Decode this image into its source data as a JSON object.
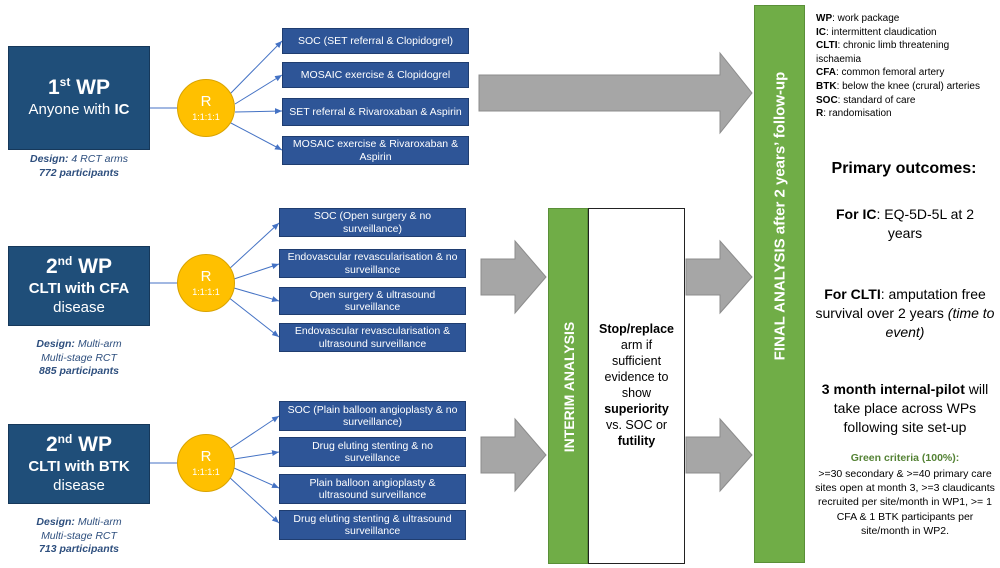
{
  "wp1": {
    "title_num": "1",
    "title_sup": "st",
    "title_word": " WP",
    "line1_pre": "Anyone with ",
    "line1_bold": "IC",
    "design_label": "Design:",
    "design_text": " 4 RCT arms",
    "participants": "772 participants",
    "r_label": "R",
    "r_ratio": "1:1:1:1",
    "arms": [
      "SOC (SET referral & Clopidogrel)",
      "MOSAIC exercise & Clopidogrel",
      "SET referral & Rivaroxaban & Aspirin",
      "MOSAIC exercise & Rivaroxaban & Aspirin"
    ]
  },
  "wp2": {
    "title_num": "2",
    "title_sup": "nd",
    "title_word": " WP",
    "line1": "CLTI with CFA",
    "line2": "disease",
    "design_label": "Design:",
    "design_text1": " Multi-arm",
    "design_text2": "Multi-stage RCT",
    "participants": "885 participants",
    "r_label": "R",
    "r_ratio": "1:1:1:1",
    "arms": [
      "SOC (Open surgery & no surveillance)",
      "Endovascular revascularisation & no surveillance",
      "Open surgery & ultrasound surveillance",
      "Endovascular revascularisation & ultrasound surveillance"
    ]
  },
  "wp3": {
    "title_num": "2",
    "title_sup": "nd",
    "title_word": " WP",
    "line1": "CLTI with BTK",
    "line2": "disease",
    "design_label": "Design:",
    "design_text1": " Multi-arm",
    "design_text2": "Multi-stage RCT",
    "participants": "713 participants",
    "r_label": "R",
    "r_ratio": "1:1:1:1",
    "arms": [
      "SOC (Plain balloon angioplasty & no surveillance)",
      "Drug eluting stenting & no surveillance",
      "Plain balloon angioplasty & ultrasound surveillance",
      "Drug eluting stenting & ultrasound surveillance"
    ]
  },
  "interim": {
    "label": "INTERIM ANALYSIS",
    "stop_bold": "Stop/replace",
    "stop_t1": "arm if",
    "stop_t2": "sufficient",
    "stop_t3": "evidence to",
    "stop_t4": "show",
    "superiority": "superiority",
    "vs": "vs. SOC or",
    "futility": "futility"
  },
  "final": {
    "label": "FINAL ANALYSIS after 2 years’ follow-up"
  },
  "legend": [
    {
      "abbr": "WP",
      "def": ": work package"
    },
    {
      "abbr": "IC",
      "def": ": intermittent claudication"
    },
    {
      "abbr": "CLTI",
      "def": ": chronic limb threatening ischaemia"
    },
    {
      "abbr": "CFA",
      "def": ": common femoral artery"
    },
    {
      "abbr": "BTK",
      "def": ": below the knee (crural) arteries"
    },
    {
      "abbr": "SOC",
      "def": ": standard of care"
    },
    {
      "abbr": "R",
      "def": ": randomisation"
    }
  ],
  "outcomes": {
    "heading": "Primary outcomes:",
    "ic_bold": "For IC",
    "ic_text": ": EQ-5D-5L at 2 years",
    "clti_bold": "For CLTI",
    "clti_text": ": amputation free survival over 2 years ",
    "clti_italic": "(time to event)",
    "pilot_bold": "3 month internal-pilot",
    "pilot_text": " will take place across WPs following site set-up",
    "green_heading": "Green criteria (100%):",
    "green_text": ">=30 secondary & >=40 primary care sites open at month 3, >=3 claudicants recruited per site/month in WP1, >= 1 CFA & 1 BTK participants per site/month in WP2."
  },
  "colors": {
    "wp_box": "#1f4e79",
    "arm_box": "#2e5597",
    "randomisation": "#ffc000",
    "analysis_bar": "#70ad47",
    "arrow": "#a6a6a6",
    "connector": "#4472c4"
  }
}
